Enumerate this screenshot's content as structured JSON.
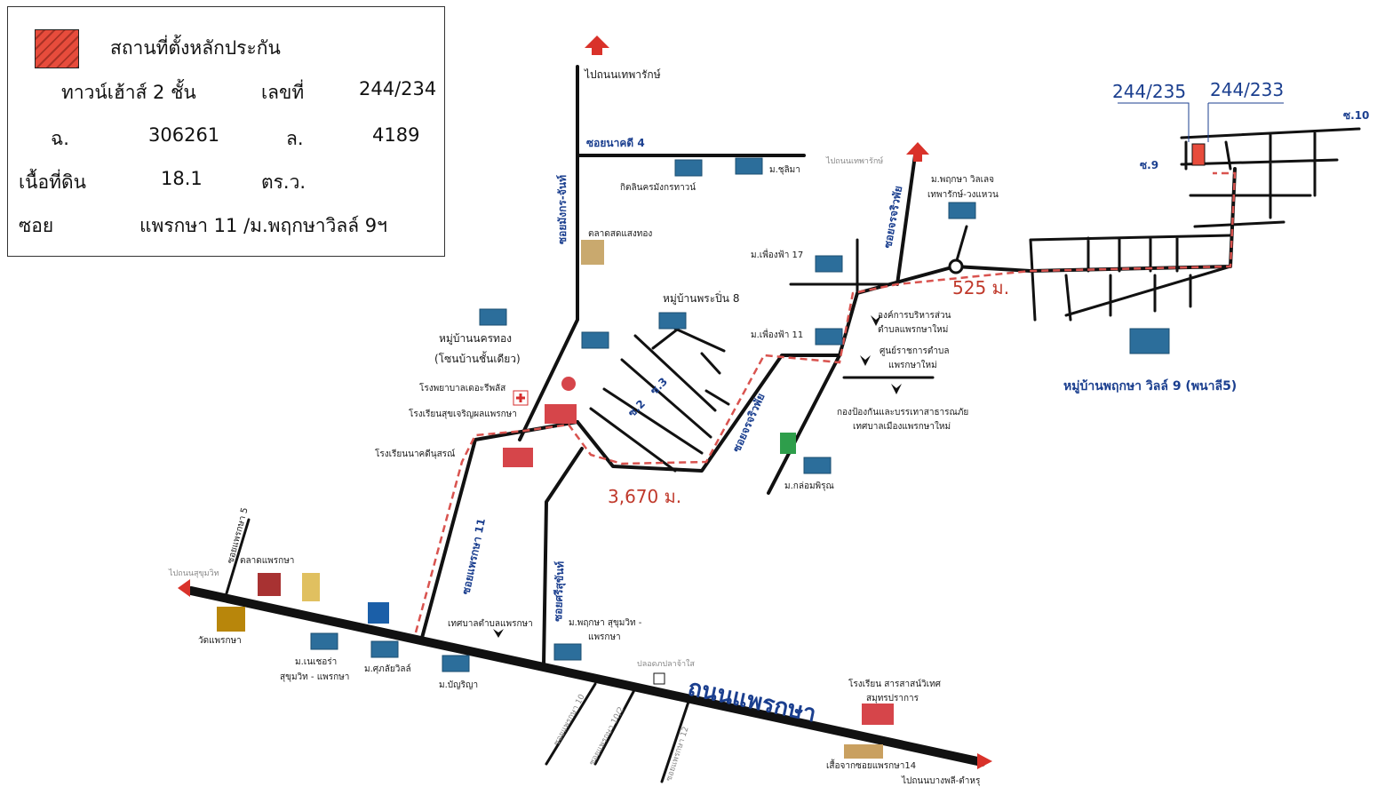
{
  "legend": {
    "collateral_label": "สถานที่ตั้งหลักประกัน",
    "building_type": "ทาวน์เฮ้าส์ 2 ชั้น",
    "number_label": "เลขที่",
    "number_value": "244/234",
    "chanote_label": "ฉ.",
    "chanote_value": "306261",
    "land_no_label": "ล.",
    "land_no_value": "4189",
    "area_label": "เนื้อที่ดิน",
    "area_value": "18.1",
    "area_unit": "ตร.ว.",
    "soi_label": "ซอย",
    "soi_value": "แพรกษา 11 /ม.พฤกษาวิลล์ 9ฯ",
    "swatch_color": "#e74c3c"
  },
  "map": {
    "house_numbers": {
      "left": "244/235",
      "right": "244/233"
    },
    "distances": {
      "near": "525 ม.",
      "far": "3,670 ม."
    },
    "roads": {
      "main": "ถนนแพรกษา",
      "soi_nakhadi4": "ซอยนาคดี 4",
      "soi_mangkorn": "ซอยมังกร-จันท์",
      "soi_charoenrat_upper": "ซอยจรจริวพัย",
      "soi_charoenrat_lower": "ซอยจรจริวพัย",
      "soi_praeksa11": "ซอยแพรกษา 11",
      "soi_sisuksan": "ซอยศรีสุขันท์",
      "soi_praeksa5": "ซอยแพรกษา 5",
      "soi_10_label": "ซ.10",
      "soi_9_label": "ซ.9",
      "soi_3_label": "ซ.3",
      "soi_2_label": "ซ.2",
      "soi_praeksa10": "ซอยแพรกษา 10",
      "soi_praeksa10_2": "ซอยแพรกษา 10/2",
      "soi_praeksa12": "ซอยแพรกษา 12"
    },
    "directions": {
      "to_theparak_top": "ไปถนนเทพารักษ์",
      "to_theparak_mid": "ไปถนนเทพารักษ์",
      "to_sukhumvit": "ไปถนนสุขุมวิท",
      "to_bangphli": "ไปถนนบางพลี-ตำหรุ"
    },
    "places": {
      "kitlin": "กิตลินครมังกรทาวน์",
      "m_chulima": "ม.ชุลิมา",
      "market_saengthong": "ตลาดสดแสงทอง",
      "m_phueangfa17": "ม.เพื่องฟ้า 17",
      "m_phueangfa11": "ม.เพื่องฟ้า 11",
      "m_pruksa_theparak": "ม.พฤกษา วิลเลจ",
      "m_pruksa_theparak2": "เทพารักษ์-วงแหวน",
      "mooban_prapin8": "หมู่บ้านพระปิ่น 8",
      "mooban_nakhonthong": "หมู่บ้านนครทอง",
      "mooban_nakhonthong2": "(โซนบ้านชั้นเดียว)",
      "hospital": "โรงพยาบาลเดอะรีพลัส",
      "school_suchaoen": "โรงเรียนสุขเจริญผลแพรกษา",
      "school_nakdinusorn": "โรงเรียนนาคดีนุสรณ์",
      "obt": "องค์การบริหารส่วน",
      "obt2": "ตำบลแพรกษาใหม่",
      "center": "ศูนย์ราชการตำบล",
      "center2": "แพรกษาใหม่",
      "disaster": "กองป้องกันและบรรเทาสาธารณภัย",
      "disaster2": "เทศบาลเมืองแพรกษาใหม่",
      "m_klompirun": "ม.กล่อมพิรุณ",
      "mooban_pruksa9": "หมู่บ้านพฤกษา วิลล์ 9 (พนาลี5)",
      "market_praeksa": "ตลาดแพรกษา",
      "wat_praeksa": "วัดแพรกษา",
      "m_nature": "ม.เนเชอร่า",
      "m_nature2": "สุขุมวิท - แพรกษา",
      "m_sukanya": "ม.ศุภลัยวิลล์",
      "m_banchiya": "ม.บัญริญา",
      "municipality": "เทศบาลตำบลแพรกษา",
      "m_pruksa_sukhumvit": "ม.พฤกษา สุขุมวิท -",
      "m_pruksa_sukhumvit2": "แพรกษา",
      "fish_market": "ปลอดภปลาจ้าใส",
      "school_sarasas": "โรงเรียน สารสาสน์วิเทศ",
      "school_sarasas2": "สมุทรปราการ",
      "soi_praeksa14": "เสื้อจากซอยแพรกษา14"
    },
    "colors": {
      "road": "#111111",
      "route": "#d9534f",
      "label_blue": "#1b3f8f",
      "distance_red": "#c0392b"
    }
  }
}
